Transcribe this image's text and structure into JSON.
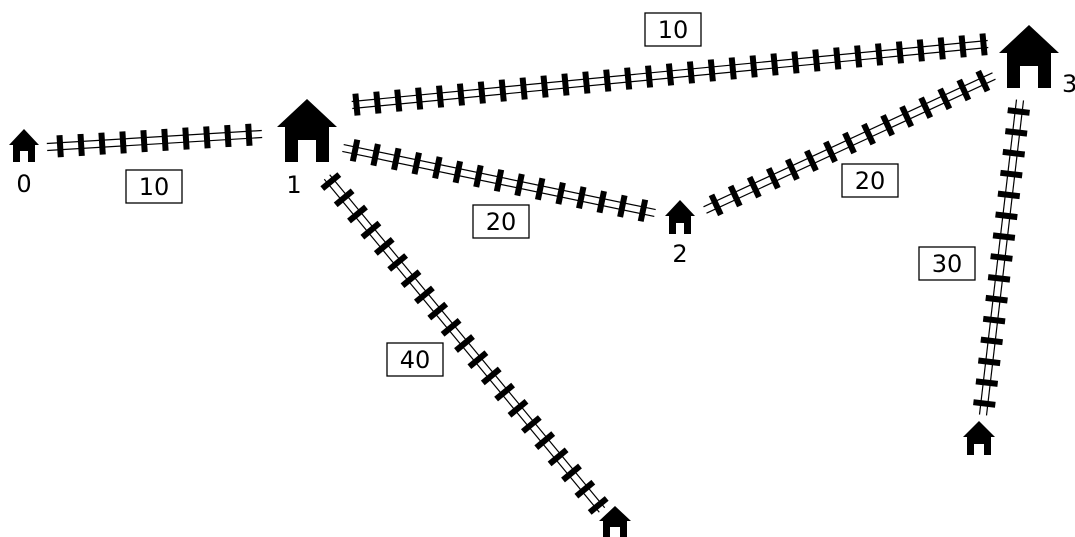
{
  "diagram": {
    "stations": [
      {
        "id": "s0",
        "label": "0",
        "size": "small"
      },
      {
        "id": "s1",
        "label": "1",
        "size": "large"
      },
      {
        "id": "s2",
        "label": "2",
        "size": "small"
      },
      {
        "id": "s3",
        "label": "3",
        "size": "large"
      },
      {
        "id": "s4",
        "label": "",
        "size": "small"
      },
      {
        "id": "s5",
        "label": "",
        "size": "small"
      }
    ],
    "tracks": [
      {
        "from": "s0",
        "to": "s1",
        "weight": "10"
      },
      {
        "from": "s1",
        "to": "s3",
        "weight": "10"
      },
      {
        "from": "s1",
        "to": "s2",
        "weight": "20"
      },
      {
        "from": "s2",
        "to": "s3",
        "weight": "20"
      },
      {
        "from": "s3",
        "to": "s5",
        "weight": "30"
      },
      {
        "from": "s1",
        "to": "s4",
        "weight": "40"
      }
    ]
  }
}
